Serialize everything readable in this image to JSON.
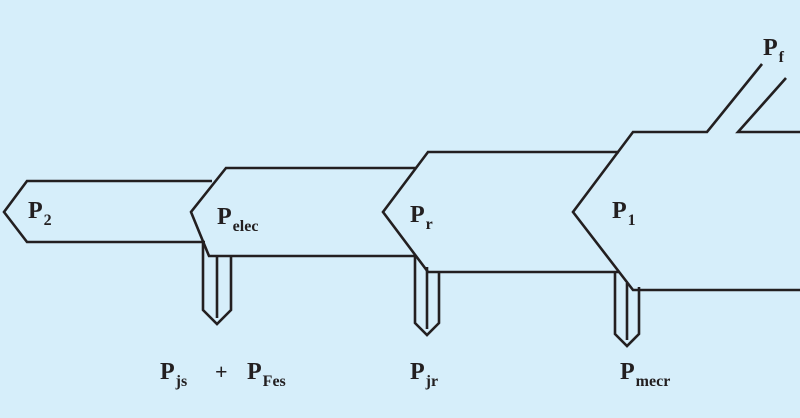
{
  "colors": {
    "background": "#d6eefa",
    "stroke": "#231f20"
  },
  "labels": {
    "p2": {
      "main": "P",
      "sub": "2"
    },
    "pelec": {
      "main": "P",
      "sub": "elec"
    },
    "pr": {
      "main": "P",
      "sub": "r"
    },
    "p1": {
      "main": "P",
      "sub": "1"
    },
    "pf": {
      "main": "P",
      "sub": "f"
    },
    "pjs": {
      "main": "P",
      "sub": "js"
    },
    "plus": "+",
    "pfes": {
      "main": "P",
      "sub": "Fes"
    },
    "pjr": {
      "main": "P",
      "sub": "jr"
    },
    "pmecr": {
      "main": "P",
      "sub": "mecr"
    }
  }
}
